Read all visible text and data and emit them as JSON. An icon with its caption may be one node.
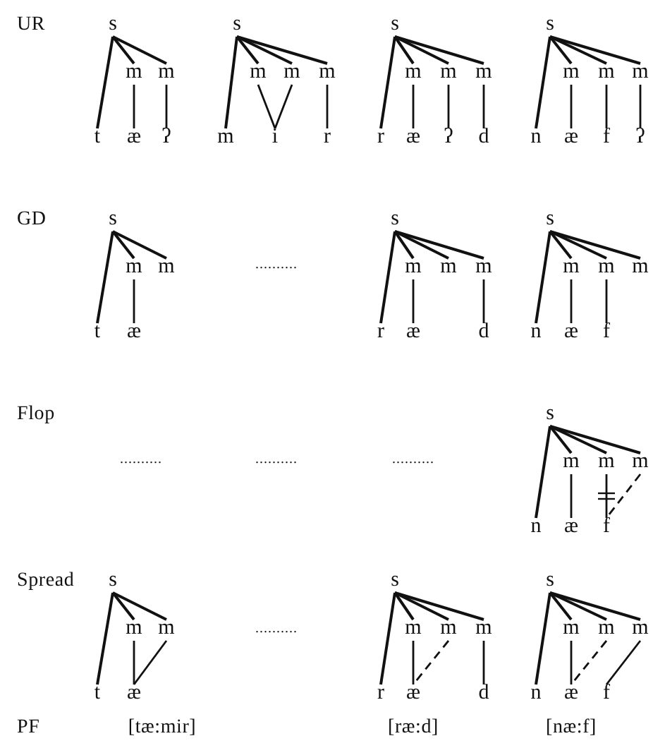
{
  "diagram": {
    "nodes": [
      {
        "text": [
          "s"
        ]
      },
      {
        "text": [
          "m"
        ]
      },
      {
        "text": [
          "m"
        ]
      },
      {
        "text": [
          "t"
        ]
      },
      {
        "text": [
          "æ"
        ]
      },
      {
        "text": [
          "ʔ"
        ]
      },
      {
        "text": [
          "s"
        ]
      },
      {
        "text": [
          "m"
        ]
      },
      {
        "text": [
          "m"
        ]
      },
      {
        "text": [
          "m"
        ]
      },
      {
        "text": [
          "m"
        ]
      },
      {
        "text": [
          "i"
        ]
      },
      {
        "text": [
          "r"
        ]
      },
      {
        "text": [
          "s"
        ]
      },
      {
        "text": [
          "m"
        ]
      },
      {
        "text": [
          "m"
        ]
      },
      {
        "text": [
          "m"
        ]
      },
      {
        "text": [
          "r"
        ]
      },
      {
        "text": [
          "æ"
        ]
      },
      {
        "text": [
          "ʔ"
        ]
      },
      {
        "text": [
          "d"
        ]
      },
      {
        "text": [
          "s"
        ]
      },
      {
        "text": [
          "m"
        ]
      },
      {
        "text": [
          "m"
        ]
      },
      {
        "text": [
          "m"
        ]
      },
      {
        "text": [
          "n"
        ]
      },
      {
        "text": [
          "æ"
        ]
      },
      {
        "text": [
          "f"
        ]
      },
      {
        "text": [
          "ʔ"
        ]
      },
      {
        "text": [
          "s"
        ]
      },
      {
        "text": [
          "m"
        ]
      },
      {
        "text": [
          "m"
        ]
      },
      {
        "text": [
          "t"
        ]
      },
      {
        "text": [
          "æ"
        ]
      },
      {
        "text": [
          "s"
        ]
      },
      {
        "text": [
          "m"
        ]
      },
      {
        "text": [
          "m"
        ]
      },
      {
        "text": [
          "m"
        ]
      },
      {
        "text": [
          "r"
        ]
      },
      {
        "text": [
          "æ"
        ]
      },
      {
        "text": [
          "d"
        ]
      },
      {
        "text": [
          "s"
        ]
      },
      {
        "text": [
          "m"
        ]
      },
      {
        "text": [
          "m"
        ]
      },
      {
        "text": [
          "m"
        ]
      },
      {
        "text": [
          "n"
        ]
      },
      {
        "text": [
          "æ"
        ]
      },
      {
        "text": [
          "f"
        ]
      },
      {
        "text": [
          "s"
        ]
      },
      {
        "text": [
          "m"
        ]
      },
      {
        "text": [
          "m"
        ]
      },
      {
        "text": [
          "m"
        ]
      },
      {
        "text": [
          "n"
        ]
      },
      {
        "text": [
          "æ"
        ]
      },
      {
        "text": [
          "f"
        ]
      },
      {
        "text": [
          "s"
        ]
      },
      {
        "text": [
          "m"
        ]
      },
      {
        "text": [
          "m"
        ]
      },
      {
        "text": [
          "t"
        ]
      },
      {
        "text": [
          "æ"
        ]
      },
      {
        "text": [
          "s"
        ]
      },
      {
        "text": [
          "m"
        ]
      },
      {
        "text": [
          "m"
        ]
      },
      {
        "text": [
          "m"
        ]
      },
      {
        "text": [
          "r"
        ]
      },
      {
        "text": [
          "æ"
        ]
      },
      {
        "text": [
          "d"
        ]
      },
      {
        "text": [
          "s"
        ]
      },
      {
        "text": [
          "m"
        ]
      },
      {
        "text": [
          "m"
        ]
      },
      {
        "text": [
          "m"
        ]
      },
      {
        "text": [
          "n"
        ]
      },
      {
        "text": [
          "æ"
        ]
      },
      {
        "text": [
          "f"
        ]
      }
    ],
    "edges": [
      {
        "from": 0,
        "to": 3,
        "arrow": "none"
      },
      {
        "from": 0,
        "to": 1,
        "arrow": "none"
      },
      {
        "from": 0,
        "to": 2,
        "arrow": "none"
      },
      {
        "from": 1,
        "to": 4,
        "arrow": "none"
      },
      {
        "from": 2,
        "to": 5,
        "arrow": "none"
      },
      {
        "from": 6,
        "to": 10,
        "arrow": "none"
      },
      {
        "from": 6,
        "to": 7,
        "arrow": "none"
      },
      {
        "from": 6,
        "to": 8,
        "arrow": "none"
      },
      {
        "from": 6,
        "to": 9,
        "arrow": "none"
      },
      {
        "from": 7,
        "to": 11,
        "arrow": "none"
      },
      {
        "from": 8,
        "to": 11,
        "arrow": "none"
      },
      {
        "from": 9,
        "to": 12,
        "arrow": "none"
      },
      {
        "from": 13,
        "to": 17,
        "arrow": "none"
      },
      {
        "from": 13,
        "to": 14,
        "arrow": "none"
      },
      {
        "from": 13,
        "to": 15,
        "arrow": "none"
      },
      {
        "from": 13,
        "to": 16,
        "arrow": "none"
      },
      {
        "from": 14,
        "to": 18,
        "arrow": "none"
      },
      {
        "from": 15,
        "to": 19,
        "arrow": "none"
      },
      {
        "from": 16,
        "to": 20,
        "arrow": "none"
      },
      {
        "from": 21,
        "to": 25,
        "arrow": "none"
      },
      {
        "from": 21,
        "to": 22,
        "arrow": "none"
      },
      {
        "from": 21,
        "to": 23,
        "arrow": "none"
      },
      {
        "from": 21,
        "to": 24,
        "arrow": "none"
      },
      {
        "from": 22,
        "to": 26,
        "arrow": "none"
      },
      {
        "from": 23,
        "to": 27,
        "arrow": "none"
      },
      {
        "from": 24,
        "to": 28,
        "arrow": "none"
      },
      {
        "from": 29,
        "to": 32,
        "arrow": "none"
      },
      {
        "from": 29,
        "to": 30,
        "arrow": "none"
      },
      {
        "from": 29,
        "to": 31,
        "arrow": "none"
      },
      {
        "from": 30,
        "to": 33,
        "arrow": "none"
      },
      {
        "from": 34,
        "to": 38,
        "arrow": "none"
      },
      {
        "from": 34,
        "to": 35,
        "arrow": "none"
      },
      {
        "from": 34,
        "to": 36,
        "arrow": "none"
      },
      {
        "from": 34,
        "to": 37,
        "arrow": "none"
      },
      {
        "from": 35,
        "to": 39,
        "arrow": "none"
      },
      {
        "from": 37,
        "to": 40,
        "arrow": "none"
      },
      {
        "from": 41,
        "to": 45,
        "arrow": "none"
      },
      {
        "from": 41,
        "to": 42,
        "arrow": "none"
      },
      {
        "from": 41,
        "to": 43,
        "arrow": "none"
      },
      {
        "from": 41,
        "to": 44,
        "arrow": "none"
      },
      {
        "from": 42,
        "to": 46,
        "arrow": "none"
      },
      {
        "from": 43,
        "to": 47,
        "arrow": "none"
      },
      {
        "from": 48,
        "to": 52,
        "arrow": "none"
      },
      {
        "from": 48,
        "to": 49,
        "arrow": "none"
      },
      {
        "from": 48,
        "to": 50,
        "arrow": "none"
      },
      {
        "from": 48,
        "to": 51,
        "arrow": "none"
      },
      {
        "from": 49,
        "to": 53,
        "arrow": "none"
      },
      {
        "from": 50,
        "to": 54,
        "arrow": "none"
      },
      {
        "from": 51,
        "to": 54,
        "arrow": "none",
        "style": "dashed"
      },
      {
        "from": 55,
        "to": 58,
        "arrow": "none"
      },
      {
        "from": 55,
        "to": 56,
        "arrow": "none"
      },
      {
        "from": 55,
        "to": 57,
        "arrow": "none"
      },
      {
        "from": 56,
        "to": 59,
        "arrow": "none"
      },
      {
        "from": 57,
        "to": 59,
        "arrow": "none"
      },
      {
        "from": 60,
        "to": 64,
        "arrow": "none"
      },
      {
        "from": 60,
        "to": 61,
        "arrow": "none"
      },
      {
        "from": 60,
        "to": 62,
        "arrow": "none"
      },
      {
        "from": 60,
        "to": 63,
        "arrow": "none"
      },
      {
        "from": 61,
        "to": 65,
        "arrow": "none"
      },
      {
        "from": 62,
        "to": 65,
        "arrow": "none",
        "style": "dashed"
      },
      {
        "from": 63,
        "to": 66,
        "arrow": "none"
      },
      {
        "from": 67,
        "to": 71,
        "arrow": "none"
      },
      {
        "from": 67,
        "to": 68,
        "arrow": "none"
      },
      {
        "from": 67,
        "to": 69,
        "arrow": "none"
      },
      {
        "from": 67,
        "to": 70,
        "arrow": "none"
      },
      {
        "from": 68,
        "to": 72,
        "arrow": "none"
      },
      {
        "from": 69,
        "to": 72,
        "arrow": "none",
        "style": "dashed"
      },
      {
        "from": 70,
        "to": 73,
        "arrow": "none"
      }
    ],
    "labels": [
      "UR",
      "GD",
      "..........",
      "Flop",
      "..........",
      "..........",
      "..........",
      "Spread",
      "..........",
      "PF",
      "[tæ:mir]",
      "[ræ:d]",
      "[næ:f]"
    ]
  }
}
